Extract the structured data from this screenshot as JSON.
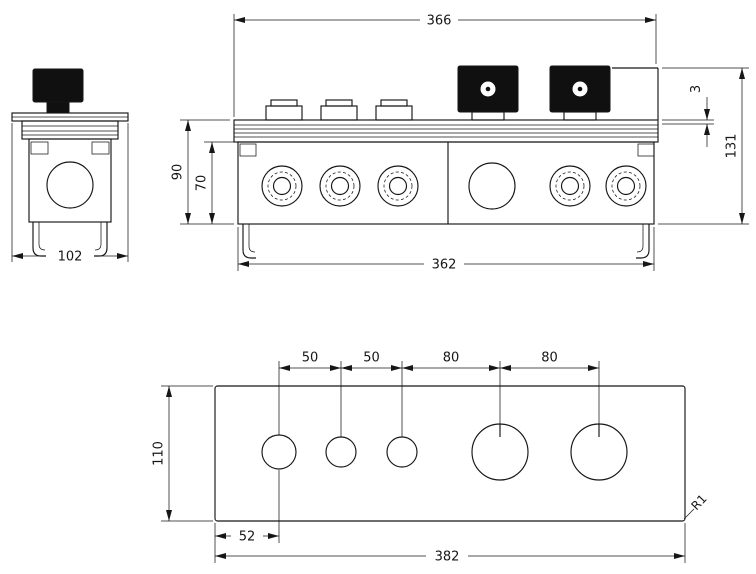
{
  "drawing": {
    "views": {
      "side_view": {
        "width": "102"
      },
      "front_view": {
        "overall_width_top": "366",
        "body_width": "362",
        "flange_to_base_height": "90",
        "body_height": "70",
        "plate_thickness": "3",
        "overall_height": "131"
      },
      "faceplate_view": {
        "hole_spacings": [
          "50",
          "50",
          "80",
          "80"
        ],
        "plate_height": "110",
        "first_hole_offset": "52",
        "plate_width": "382",
        "corner_radius": "R1"
      }
    },
    "colors": {
      "line": "#161616",
      "knob_fill": "#101010",
      "background": "#ffffff"
    }
  }
}
